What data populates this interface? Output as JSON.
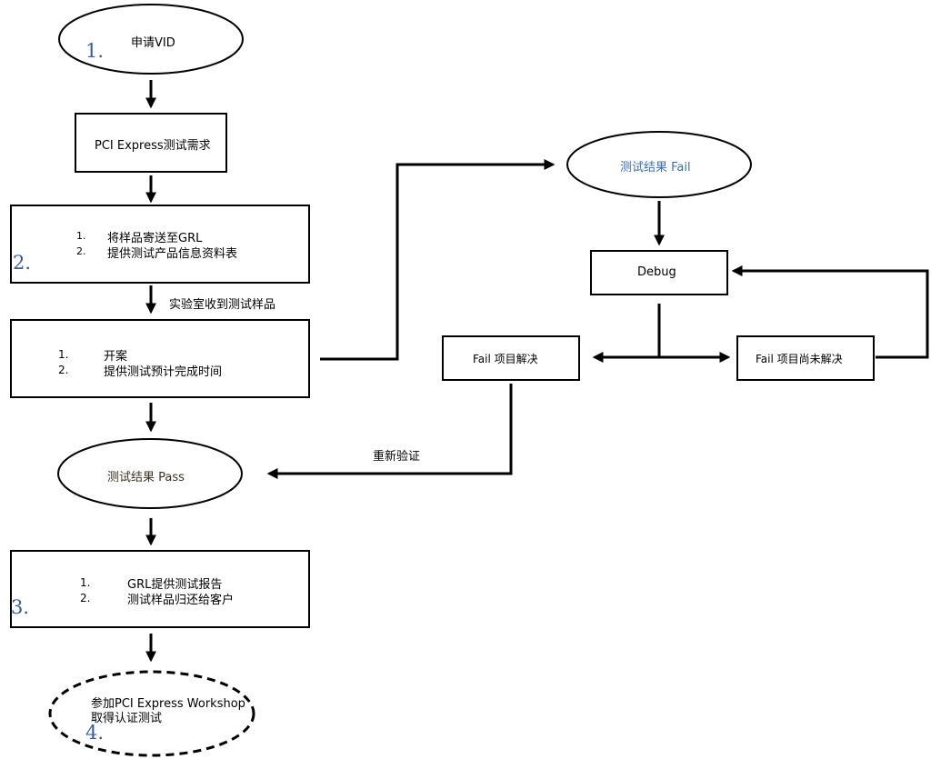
{
  "start": {
    "label": "申请VID",
    "step": "1."
  },
  "request": {
    "label": "PCI Express测试需求"
  },
  "send_box": {
    "step": "2.",
    "items": [
      {
        "num": "1.",
        "text": "将样品寄送至GRL"
      },
      {
        "num": "2.",
        "text": "提供测试产品信息资料表"
      }
    ]
  },
  "lab_received": {
    "label": "实验室收到测试样品"
  },
  "open_box": {
    "items": [
      {
        "num": "1.",
        "text": "开案"
      },
      {
        "num": "2.",
        "text": "提供测试预计完成时间"
      }
    ]
  },
  "pass": {
    "label": "测试结果 Pass"
  },
  "report_box": {
    "step": "3.",
    "items": [
      {
        "num": "1.",
        "text": "GRL提供测试报告"
      },
      {
        "num": "2.",
        "text": "测试样品归还给客户"
      }
    ]
  },
  "workshop": {
    "line1": "参加PCI Express Workshop",
    "line2": "取得认证测试",
    "step": "4."
  },
  "fail": {
    "label": "测试结果 Fail"
  },
  "debug": {
    "label": "Debug"
  },
  "fail_resolved": {
    "label": "Fail 项目解决"
  },
  "fail_unresolved": {
    "label": "Fail 项目尚未解决"
  },
  "reverify": {
    "label": "重新验证"
  }
}
